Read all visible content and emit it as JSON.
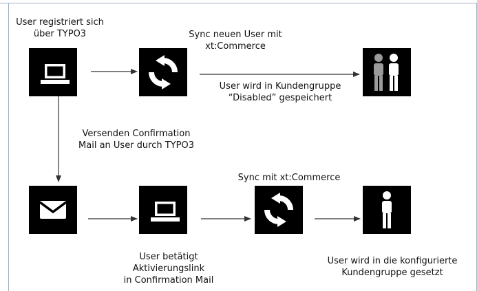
{
  "colors": {
    "node_fill": "#000000",
    "icon_fill": "#ffffff",
    "person_left_fill": "#9a9a9a",
    "arrow": "#333333",
    "frame": "#9fb0c2"
  },
  "labels": {
    "user_registers": [
      "User registriert sich",
      "über TYPO3"
    ],
    "sync_new_user": [
      "Sync neuen User mit",
      "xt:Commerce"
    ],
    "saved_disabled": [
      "User wird in Kundengruppe",
      "“Disabled” gespeichert"
    ],
    "send_confirmation": [
      "Versenden Confirmation",
      "Mail an User durch TYPO3"
    ],
    "sync_xt": "Sync mit xt:Commerce",
    "user_confirms": [
      "User betätigt",
      "Aktivierungslink",
      "in Confirmation Mail"
    ],
    "user_assigned": [
      "User wird in die konfigurierte",
      "Kundengruppe gesetzt"
    ]
  },
  "icons": {
    "laptop_1": "laptop-icon",
    "sync_1": "sync-icon",
    "users_disabled": "users-icon",
    "mail": "envelope-icon",
    "laptop_2": "laptop-icon",
    "sync_2": "sync-icon",
    "user_final": "user-icon"
  }
}
